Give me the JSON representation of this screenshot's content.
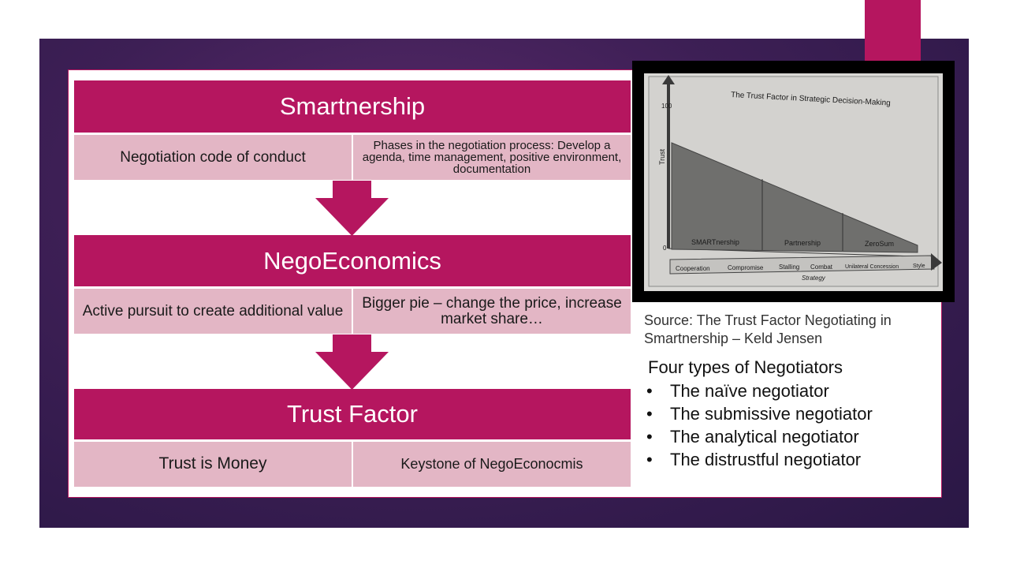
{
  "levels": [
    {
      "title": "Smartnership",
      "left": "Negotiation  code of conduct",
      "right": "Phases in the negotiation process: Develop a agenda, time management, positive environment, documentation"
    },
    {
      "title": "NegoEconomics",
      "left": "Active pursuit to create additional  value",
      "right": "Bigger pie – change the price, increase market share…"
    },
    {
      "title": "Trust Factor",
      "left": "Trust is Money",
      "right": "Keystone of NegoEconocmis"
    }
  ],
  "figure": {
    "title": "The Trust Factor in Strategic Decision-Making",
    "y_label": "Trust",
    "y_tick_top": "100",
    "y_tick_bottom": "0",
    "regions": [
      "SMARTnership",
      "Partnership",
      "ZeroSum"
    ],
    "x_items": [
      "Cooperation",
      "Compromise",
      "Stalling",
      "Combat",
      "Unilateral Concession",
      "Style"
    ],
    "x_label": "Strategy"
  },
  "source": "Source: The Trust Factor Negotiating in Smartnership – Keld Jensen",
  "types": {
    "title": "Four types of Negotiators",
    "bullet": "•",
    "items": [
      "The naïve negotiator",
      "The submissive negotiator",
      "The analytical negotiator",
      "The distrustful negotiator"
    ]
  },
  "colors": {
    "magenta": "#b5165f",
    "pink_cell": "#e3b6c5",
    "band_purple": "#3d1f55"
  }
}
